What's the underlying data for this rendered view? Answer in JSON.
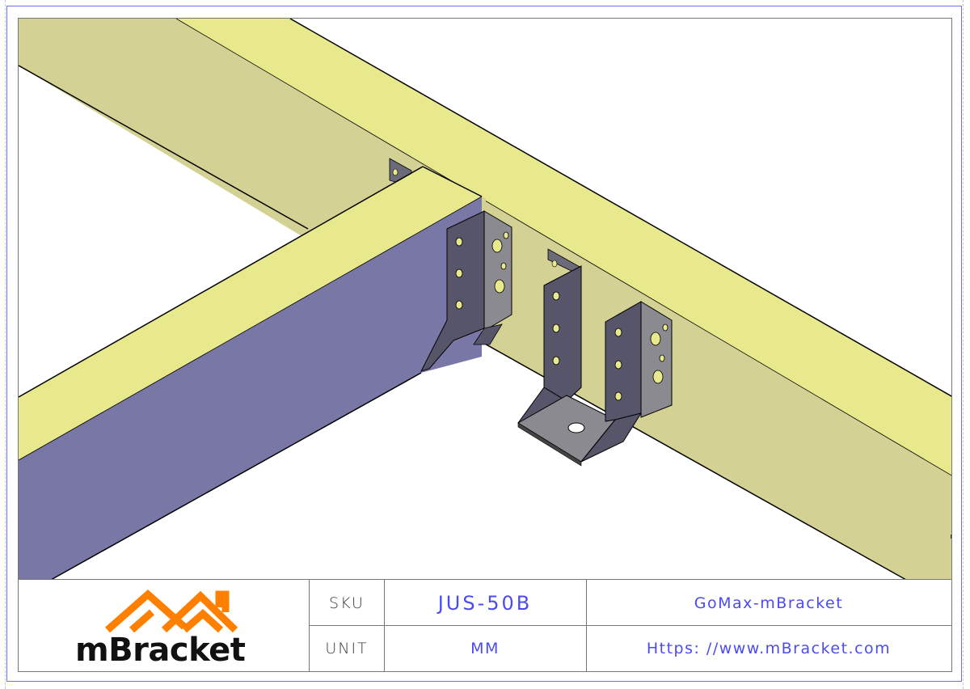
{
  "drawing": {
    "title": "Joist hanger assembly isometric view",
    "colors": {
      "beam_top": "#e8e88c",
      "beam_side": "#d3d193",
      "beam_purple": "#7977a6",
      "bracket_dark": "#56556a",
      "bracket_light": "#8a8a90",
      "outline": "#000000",
      "sheet_border": "#6f6ff2",
      "logo_orange": "#ff8000"
    }
  },
  "title_block": {
    "logo": {
      "text": "mBracket",
      "icon": "house-roof-icon"
    },
    "sku_label": "SKU",
    "sku_value": "JUS-50B",
    "unit_label": "UNIT",
    "unit_value": "MM",
    "brand": "GoMax-mBracket",
    "website": "Https: //www.mBracket.com"
  }
}
